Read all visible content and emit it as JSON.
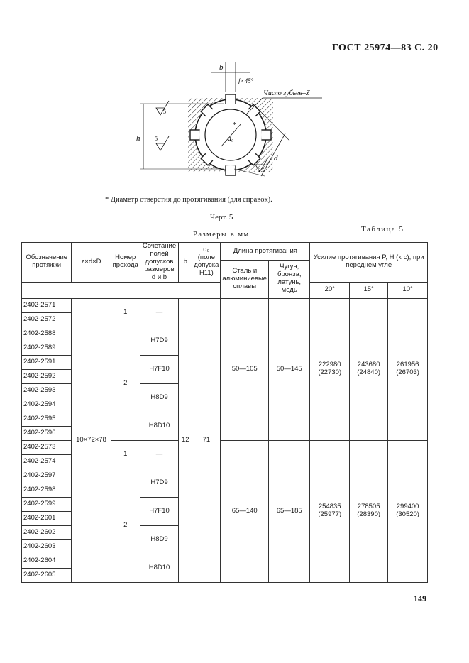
{
  "header": {
    "standard": "ГОСТ 25974—83 С. 20"
  },
  "drawing": {
    "label_b": "b",
    "label_chamfer": "f×45°",
    "label_teeth": "Число зубьев–Z",
    "label_d0": "d₀",
    "label_asterisk": "*",
    "label_d": "d",
    "label_h": "h",
    "roughness_top": "5",
    "roughness_left": "5",
    "roughness_bottom": "2.5"
  },
  "footnote": "* Диаметр  отверстия до протягивания (для справок).",
  "caption": "Черт. 5",
  "table_number": "Таблица 5",
  "units": "Размеры в мм",
  "table": {
    "headers": {
      "designation": "Обозначение протяжки",
      "zdD": "z×d×D",
      "pass_no": "Номер прохода",
      "tolerance_combo": "Сочетание полей допусков размеров d и b",
      "b": "b",
      "d0": "d₀ (поле допуска H11)",
      "length_group": "Длина протягивания",
      "length_steel": "Сталь и алюминиевые сплавы",
      "length_iron": "Чугун, бронза, латунь, медь",
      "force_group": "Усилие протягивания P, Н (кгс), при переднем угле",
      "angle_20": "20°",
      "angle_15": "15°",
      "angle_10": "10°"
    },
    "designations": [
      "2402-2571",
      "2402-2572",
      "2402-2588",
      "2402-2589",
      "2402-2591",
      "2402-2592",
      "2402-2593",
      "2402-2594",
      "2402-2595",
      "2402-2596",
      "2402-2573",
      "2402-2574",
      "2402-2597",
      "2402-2598",
      "2402-2599",
      "2402-2601",
      "2402-2602",
      "2402-2603",
      "2402-2604",
      "2402-2605"
    ],
    "zdD_value": "10×72×78",
    "b_value": "12",
    "d0_value": "71",
    "group1": {
      "pass1": "1",
      "pass2": "2",
      "tol_dash": "—",
      "tolerances": [
        "H7D9",
        "H7F10",
        "H8D9",
        "H8D10"
      ],
      "length_steel": "50—105",
      "length_iron": "50—145",
      "force_20": "222980 (22730)",
      "force_15": "243680 (24840)",
      "force_10": "261956 (26703)"
    },
    "group2": {
      "pass1": "1",
      "pass2": "2",
      "tol_dash": "—",
      "tolerances": [
        "H7D9",
        "H7F10",
        "H8D9",
        "H8D10"
      ],
      "length_steel": "65—140",
      "length_iron": "65—185",
      "force_20": "254835 (25977)",
      "force_15": "278505 (28390)",
      "force_10": "299400 (30520)"
    }
  },
  "page_number": "149"
}
